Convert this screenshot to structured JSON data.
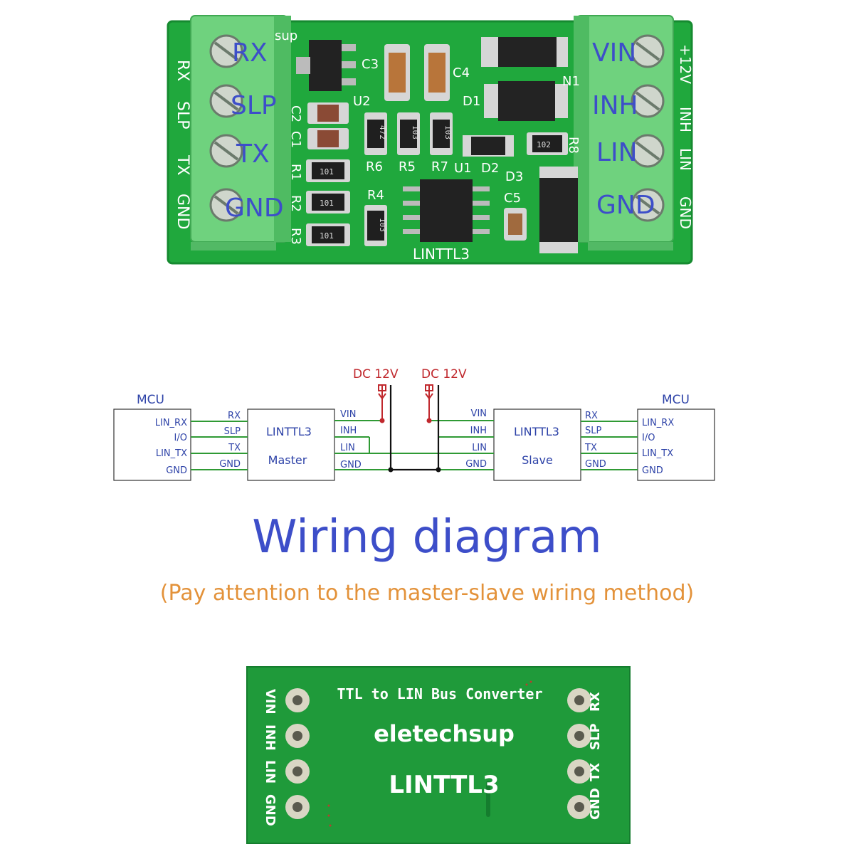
{
  "top_board": {
    "silk_brand_fragment": "sup",
    "left_terminal_labels": [
      "RX",
      "SLP",
      "TX",
      "GND"
    ],
    "left_silk_labels": [
      "RX",
      "SLP",
      "TX",
      "GND"
    ],
    "right_terminal_labels": [
      "VIN",
      "INH",
      "LIN",
      "GND"
    ],
    "right_silk_labels": [
      "+12V",
      "INH",
      "LIN",
      "GND"
    ],
    "components": {
      "c3": "C3",
      "c4": "C4",
      "u2": "U2",
      "d1": "D1",
      "n1": "N1",
      "c2": "C2",
      "c1": "C1",
      "r1": "R1",
      "r2": "R2",
      "r3": "R3",
      "r4": "R4",
      "r5": "R5",
      "r6": "R6",
      "r7": "R7",
      "r8": "R8",
      "u1": "U1",
      "d2": "D2",
      "d3": "D3",
      "c5": "C5"
    },
    "resistor_codes": {
      "r6": "472",
      "r5": "103",
      "r7": "103",
      "r4": "103",
      "r1": "101",
      "r2": "101",
      "r3": "101",
      "r8": "102"
    },
    "board_name": "LINTTL3"
  },
  "wiring": {
    "power_labels": [
      "DC 12V",
      "DC 12V"
    ],
    "mcu_left": {
      "title": "MCU",
      "pins": [
        "LIN_RX",
        "I/O",
        "LIN_TX",
        "GND"
      ]
    },
    "master": {
      "line1": "LINTTL3",
      "line2": "Master",
      "left_pins": [
        "RX",
        "SLP",
        "TX",
        "GND"
      ],
      "right_pins": [
        "VIN",
        "INH",
        "LIN",
        "GND"
      ]
    },
    "slave": {
      "line1": "LINTTL3",
      "line2": "Slave",
      "left_pins": [
        "VIN",
        "INH",
        "LIN",
        "GND"
      ],
      "right_pins": [
        "RX",
        "SLP",
        "TX",
        "GND"
      ]
    },
    "mcu_right": {
      "title": "MCU",
      "pins": [
        "LIN_RX",
        "I/O",
        "LIN_TX",
        "GND"
      ]
    }
  },
  "title": "Wiring diagram",
  "note": "(Pay attention to the master-slave wiring method)",
  "bottom_board": {
    "left_labels": [
      "VIN",
      "INH",
      "LIN",
      "GND"
    ],
    "right_labels": [
      "RX",
      "SLP",
      "TX",
      "GND"
    ],
    "heading": "TTL to LIN Bus Converter",
    "brand": "eletechsup",
    "model": "LINTTL3"
  },
  "colors": {
    "pcb": "#1aa33a",
    "pcb_dark": "#138a2d",
    "terminal": "#6ccf7b",
    "label_blue": "#3d4ec9",
    "power_red": "#c0282d",
    "wire_green": "#2f9a34",
    "note_orange": "#e3923a"
  }
}
